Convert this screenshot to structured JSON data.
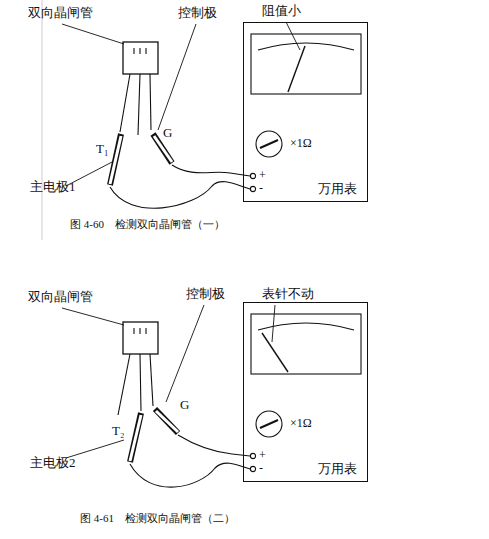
{
  "diagram": {
    "nodes": [
      {
        "text": [
          "×1Ω",
          "+",
          "-"
        ]
      },
      {
        "text": [
          "×1Ω",
          "+",
          "-"
        ]
      }
    ],
    "labels": [
      "双向晶闸管",
      "控制极",
      "阻值小",
      "T₁",
      "G",
      "主电极1",
      "万用表",
      "图 4-60　检测双向晶闸管（一）",
      "双向晶闸管",
      "控制极",
      "表针不动",
      "T₂",
      "G",
      "主电极2",
      "万用表",
      "图 4-61　检测双向晶闸管（二）"
    ]
  }
}
